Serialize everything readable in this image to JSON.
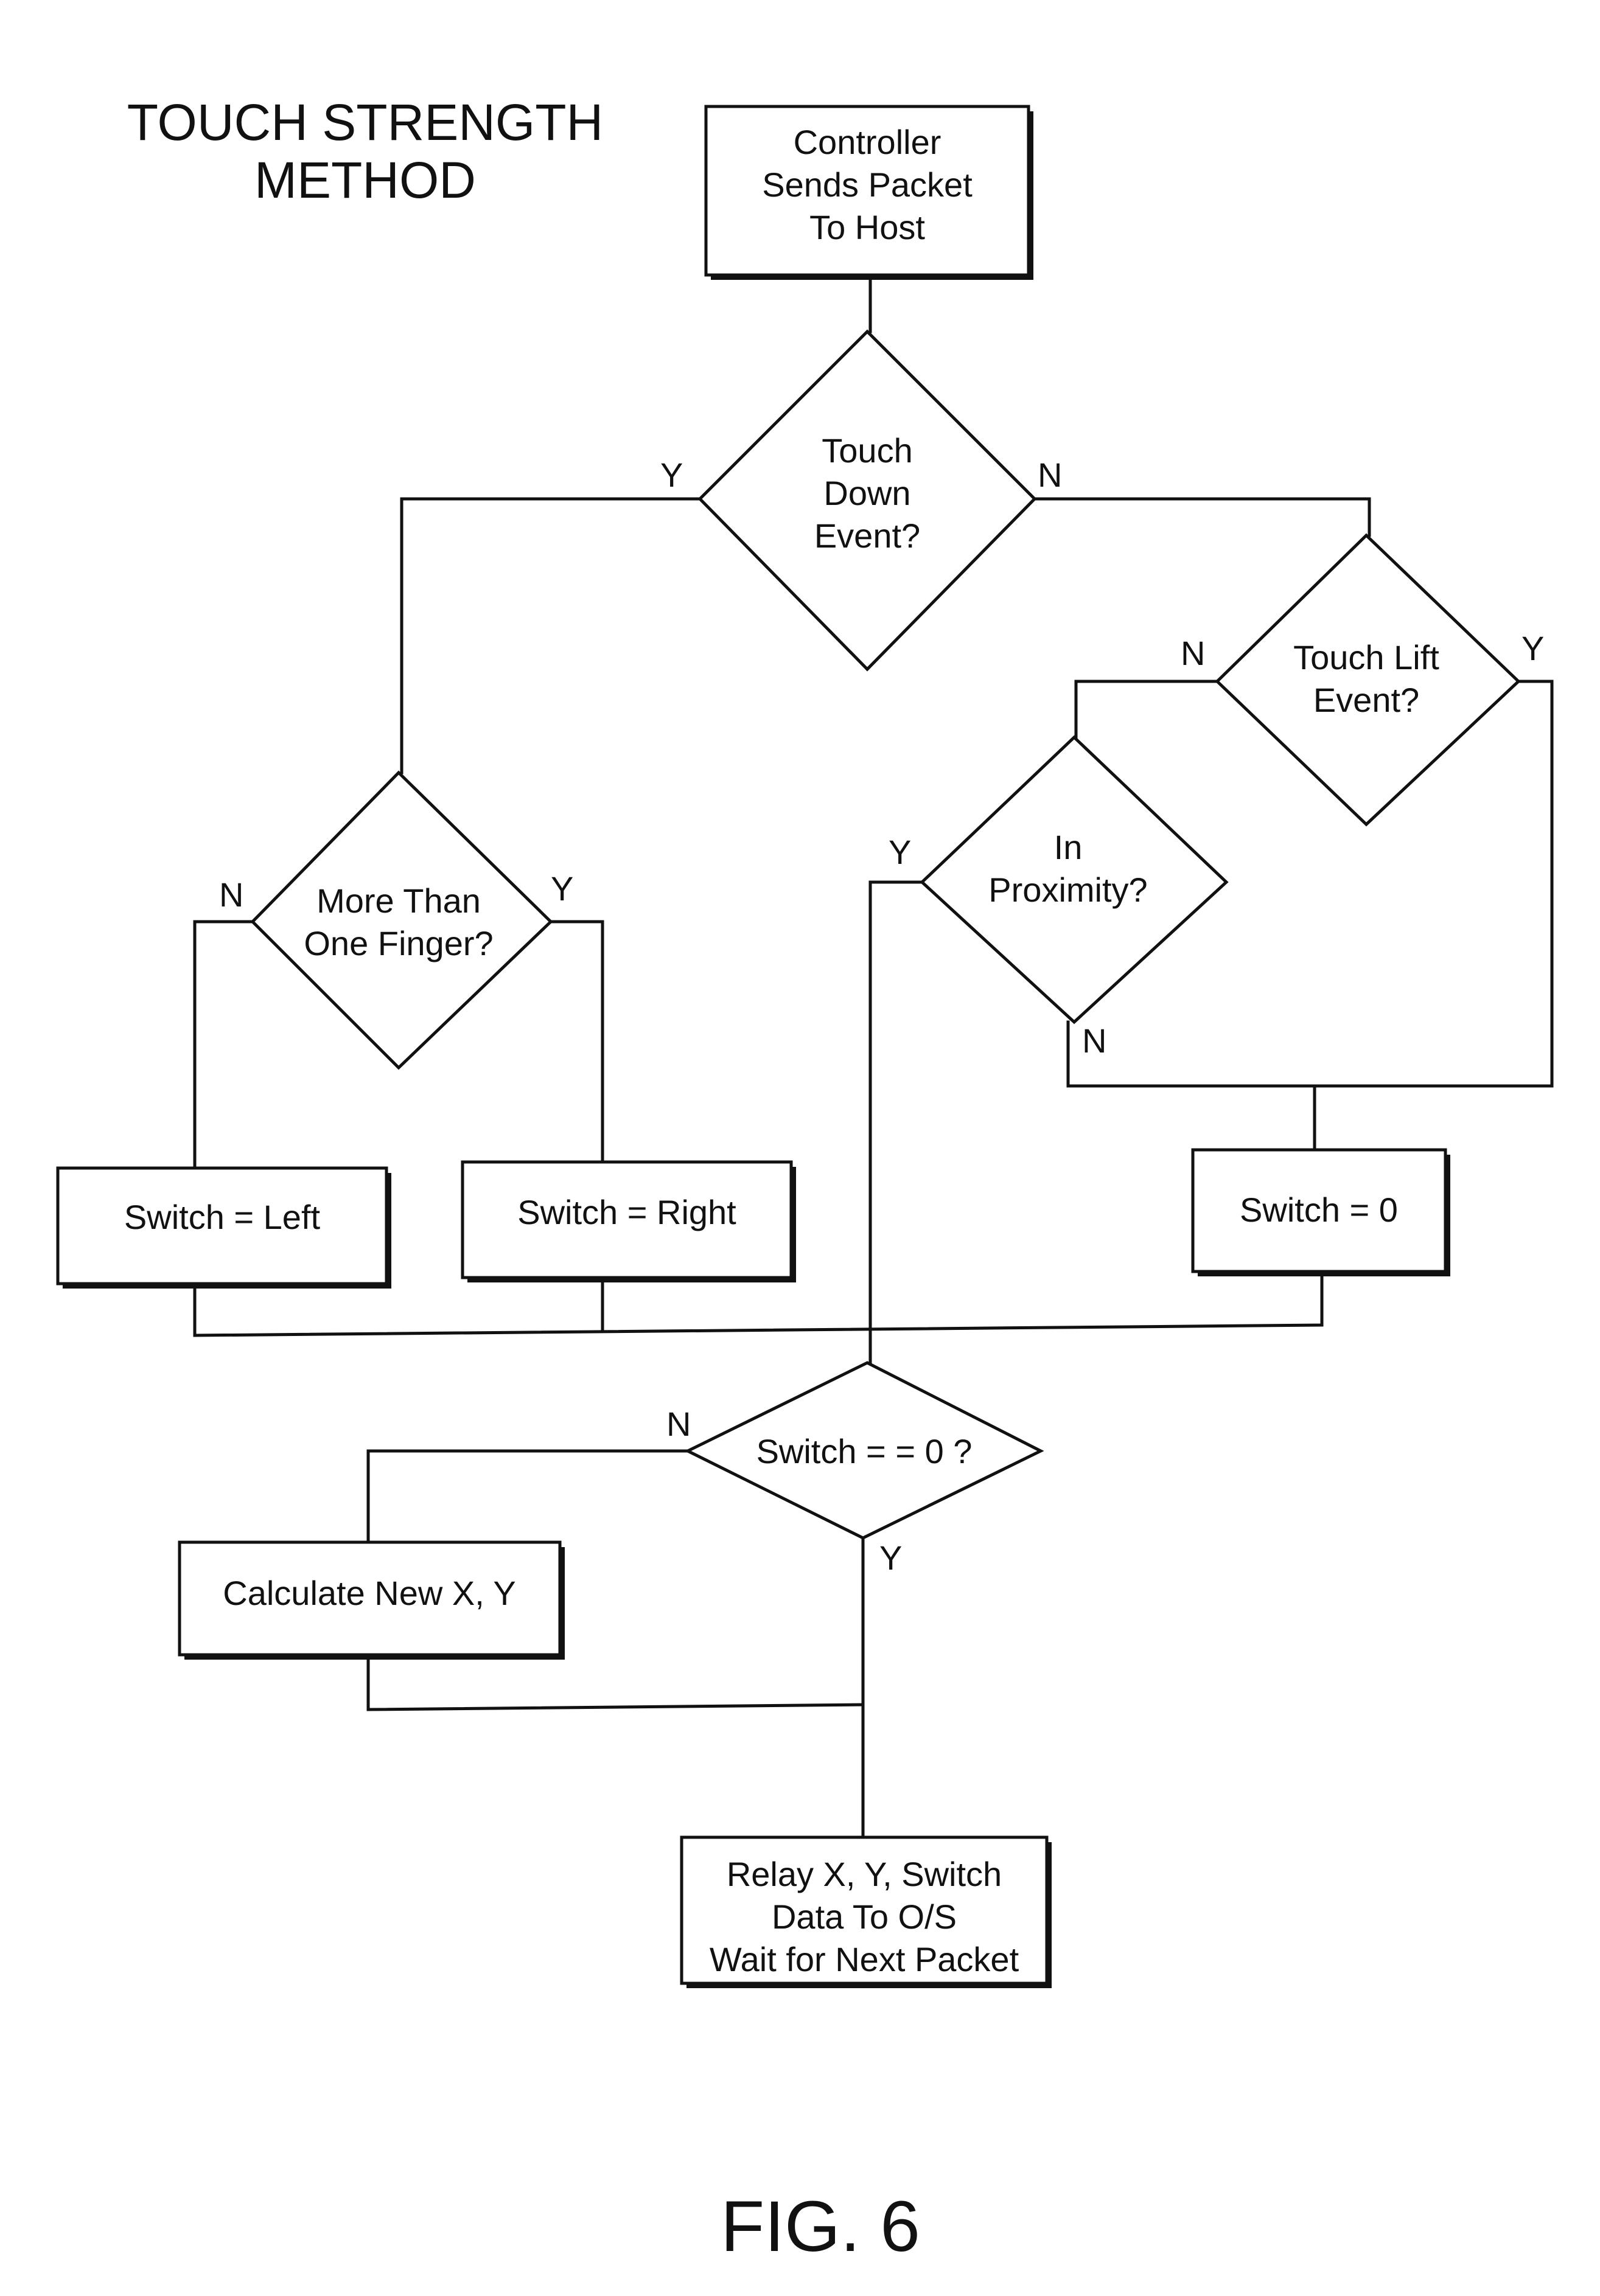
{
  "title": [
    "TOUCH STRENGTH",
    "METHOD"
  ],
  "figure_label": "FIG. 6",
  "nodes": {
    "controller": [
      "Controller",
      "Sends Packet",
      "To Host"
    ],
    "touch_down": [
      "Touch",
      "Down",
      "Event?"
    ],
    "touch_lift": [
      "Touch Lift",
      "Event?"
    ],
    "in_proximity": [
      "In",
      "Proximity?"
    ],
    "more_than_one": [
      "More Than",
      "One Finger?"
    ],
    "switch_left": [
      "Switch = Left"
    ],
    "switch_right": [
      "Switch = Right"
    ],
    "switch_zero": [
      "Switch = 0"
    ],
    "switch_check": [
      "Switch = = 0 ?"
    ],
    "calc_xy": [
      "Calculate New X, Y"
    ],
    "relay": [
      "Relay X, Y, Switch",
      "Data To O/S",
      "Wait for Next Packet"
    ]
  },
  "branch_labels": {
    "touch_down_yes": "Y",
    "touch_down_no": "N",
    "touch_lift_no": "N",
    "touch_lift_yes": "Y",
    "in_proximity_yes": "Y",
    "in_proximity_no": "N",
    "more_than_one_no": "N",
    "more_than_one_yes": "Y",
    "switch_check_no": "N",
    "switch_check_yes": "Y"
  }
}
